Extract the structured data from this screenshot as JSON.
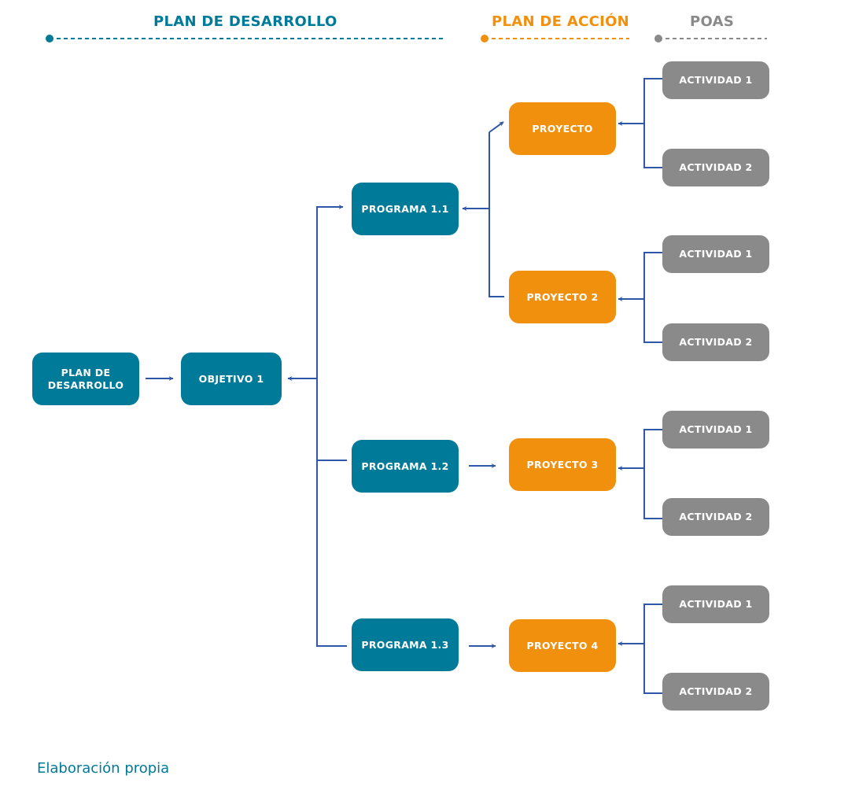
{
  "header": {
    "plan_desarrollo": "PLAN DE DESARROLLO",
    "plan_accion": "PLAN DE ACCIÓN",
    "poas": "POAS"
  },
  "nodes": {
    "plan": "PLAN DE DESARROLLO",
    "objetivo": "OBJETIVO 1",
    "programa_1_1": "PROGRAMA 1.1",
    "programa_1_2": "PROGRAMA 1.2",
    "programa_1_3": "PROGRAMA 1.3",
    "proyecto_1": "PROYECTO",
    "proyecto_2": "PROYECTO 2",
    "proyecto_3": "PROYECTO 3",
    "proyecto_4": "PROYECTO 4",
    "actividad_1": "ACTIVIDAD 1",
    "actividad_2": "ACTIVIDAD 2"
  },
  "colors": {
    "plan_desarrollo": "#007a99",
    "plan_accion": "#f0900d",
    "poas": "#8a8a8a",
    "connector": "#2e57a8"
  },
  "footnote": "Elaboración propia"
}
